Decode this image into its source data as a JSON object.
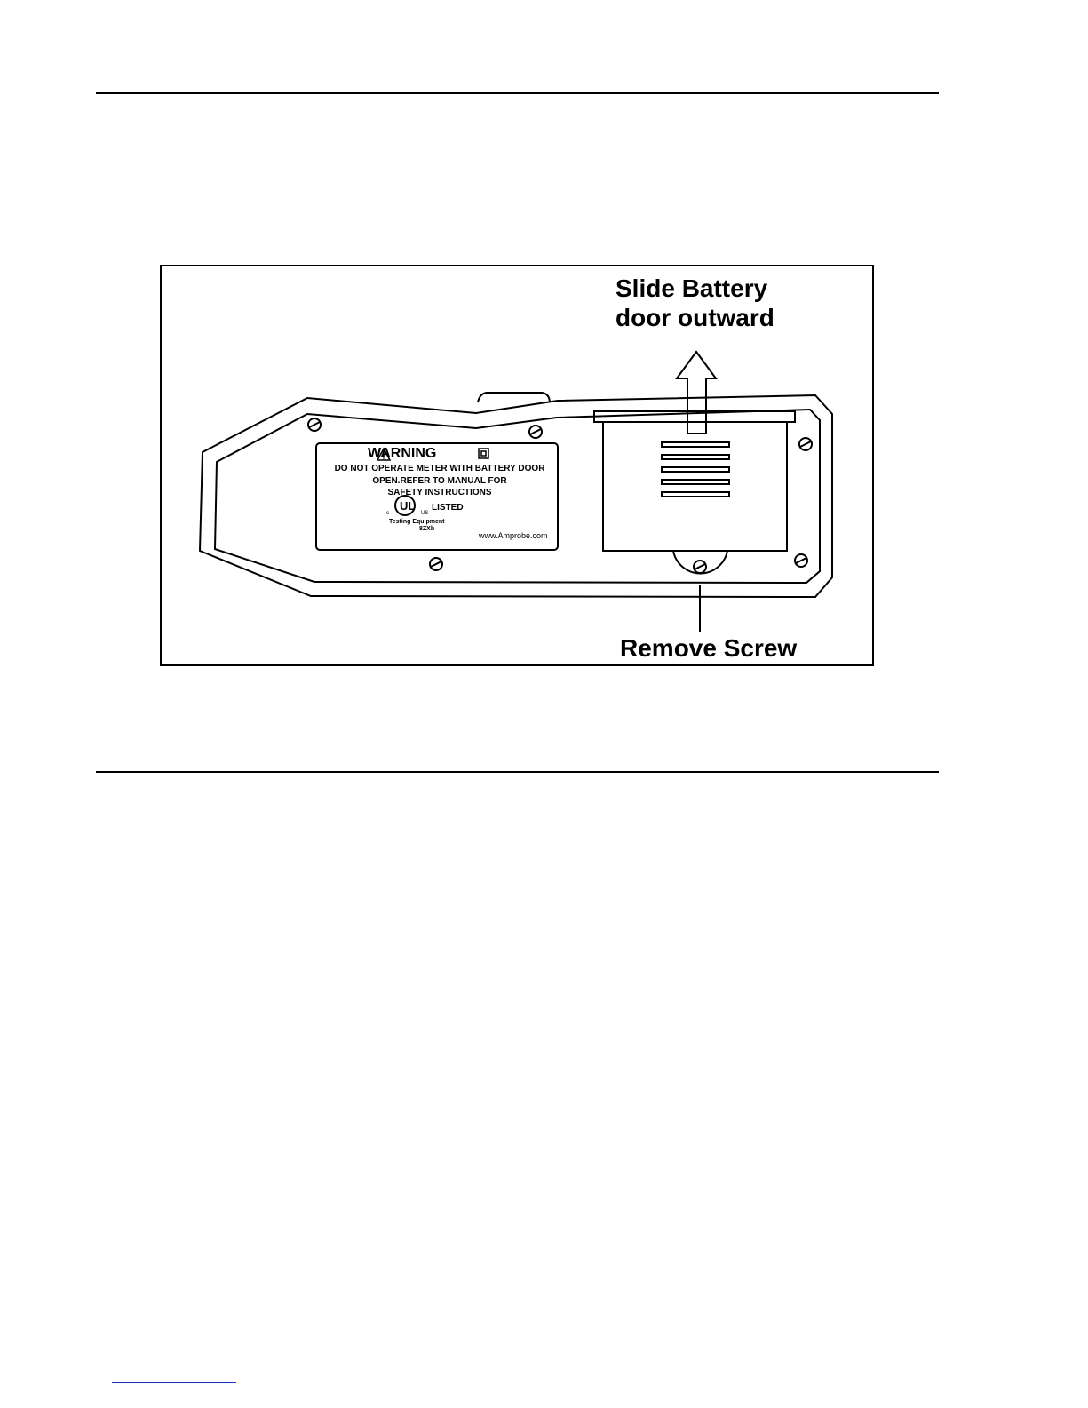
{
  "figure": {
    "callout_slide_line1": "Slide Battery",
    "callout_slide_line2": "door outward",
    "callout_screw": "Remove Screw",
    "warning_label": {
      "title": "WARNING",
      "line1": "DO NOT OPERATE METER WITH BATTERY DOOR",
      "line2": "OPEN.REFER TO MANUAL FOR",
      "line3": "SAFETY INSTRUCTIONS",
      "ul_c": "c",
      "ul_us": "US",
      "ul_listed": "LISTED",
      "testing_equipment": "Testing Equipment",
      "model": "8ZXb",
      "website": "www.Amprobe.com"
    }
  },
  "colors": {
    "line": "#000000",
    "background": "#ffffff",
    "footer_link": "#1a35c4"
  }
}
